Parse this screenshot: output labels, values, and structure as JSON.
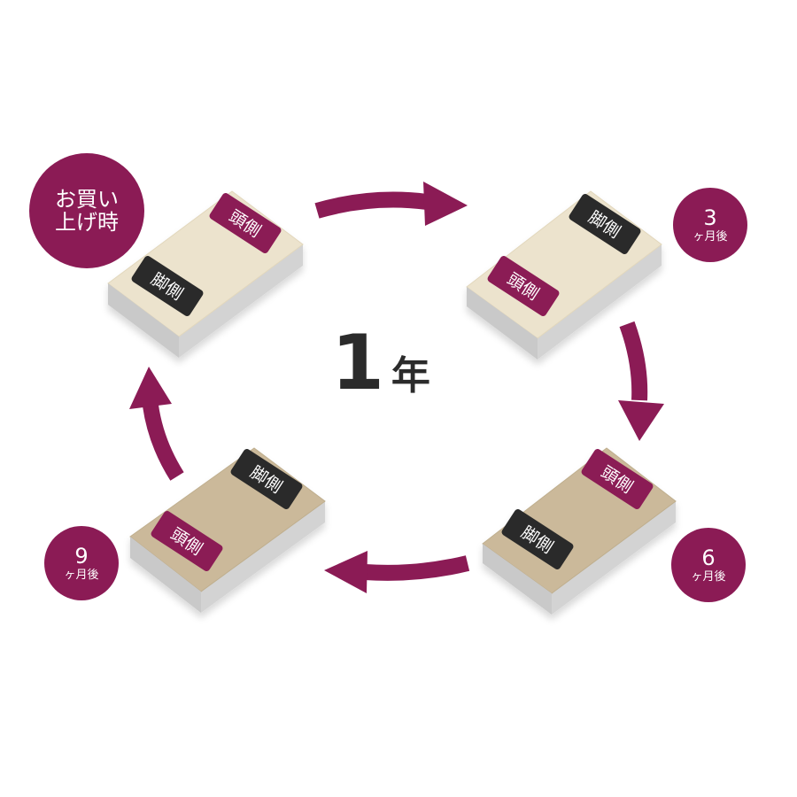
{
  "period": {
    "number": "1",
    "unit": "年"
  },
  "badges": {
    "start": {
      "line1": "お買い",
      "line2": "上げ時"
    },
    "m3": {
      "number": "3",
      "unit": "ヶ月後"
    },
    "m6": {
      "number": "6",
      "unit": "ヶ月後"
    },
    "m9": {
      "number": "9",
      "unit": "ヶ月後"
    }
  },
  "labels": {
    "head": "頭側",
    "foot": "脚側"
  },
  "colors": {
    "accent": "#8b1b55",
    "label_dark": "#2b2b2b",
    "mattress_new": "#ece3cd",
    "mattress_used": "#cbb99a",
    "mattress_side": "#cfcfcf"
  }
}
